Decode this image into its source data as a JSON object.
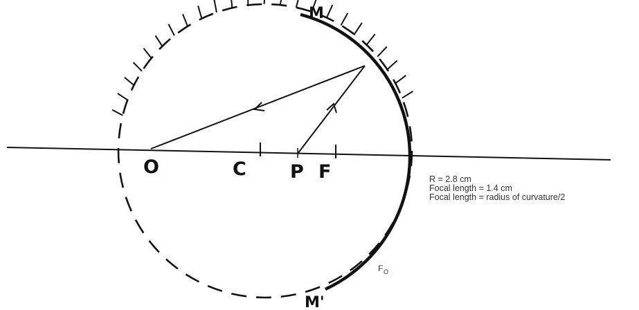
{
  "labels": {
    "O": "O",
    "C": "C",
    "P": "P",
    "F": "F",
    "M_top": "M",
    "M_bottom": "M'",
    "Fo": "F",
    "Fo_sub": "O"
  },
  "notes": [
    "R = 2.8 cm",
    "Focal length = 1.4 cm",
    "Focal length = radius of curvature/2"
  ],
  "colors": {
    "ink": "#111111",
    "note_text": "#333333"
  }
}
